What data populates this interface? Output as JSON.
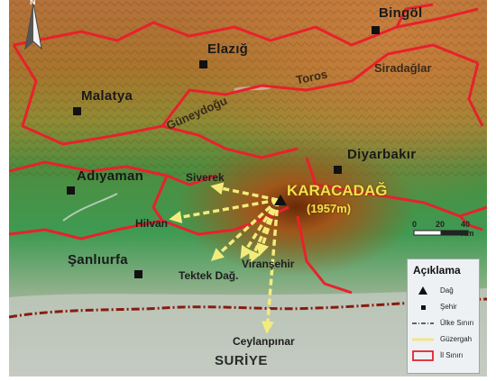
{
  "cities": [
    {
      "name": "Bingöl"
    },
    {
      "name": "Elazığ"
    },
    {
      "name": "Malatya"
    },
    {
      "name": "Adıyaman"
    },
    {
      "name": "Diyarbakır"
    },
    {
      "name": "Şanlıurfa"
    }
  ],
  "ridges": [
    "Toros",
    "Güneydoğu",
    "Siradağlar"
  ],
  "volcano": {
    "name": "KARACADAĞ",
    "elevation": "(1957m)"
  },
  "destinations": [
    "Siverek",
    "Hilvan",
    "Tektek Dağ.",
    "Viranşehir",
    "Ceylanpınar"
  ],
  "country": "SURİYE",
  "compass": "N",
  "scale": {
    "ticks": [
      "0",
      "20",
      "40 Km"
    ]
  },
  "legend": {
    "title": "Açıklama",
    "items": [
      {
        "label": "Dağ",
        "symbol": "triangle"
      },
      {
        "label": "Şehir",
        "symbol": "square"
      },
      {
        "label": "Ülke Sınırı",
        "symbol": "dash-dot-line"
      },
      {
        "label": "Güzergah",
        "symbol": "yellow-line"
      },
      {
        "label": "İl Sınırı",
        "symbol": "red-box"
      }
    ]
  },
  "colors": {
    "province_border": "#e8212b",
    "country_border": "#8a1a10",
    "route": "#f4ec7a",
    "highland": "#b8642a",
    "lowland": "#3f9a4a",
    "plain": "#b9c3b4"
  }
}
